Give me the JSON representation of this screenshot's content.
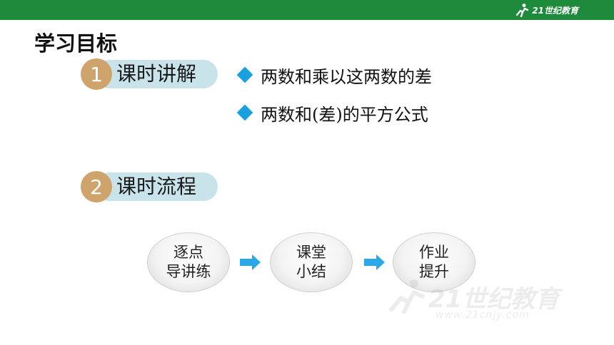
{
  "header": {
    "logo_text": "21世纪教育",
    "watermark_main": "21世纪教育",
    "watermark_sub": "www.21cnjy.com"
  },
  "page_title": "学习目标",
  "sections": [
    {
      "number": "1",
      "label": "课时讲解"
    },
    {
      "number": "2",
      "label": "课时流程"
    }
  ],
  "bullets": [
    {
      "text": "两数和乘以这两数的差"
    },
    {
      "text": "两数和(差)的平方公式"
    }
  ],
  "flow_steps": [
    {
      "line1": "逐点",
      "line2": "导讲练"
    },
    {
      "line1": "课堂",
      "line2": "小结"
    },
    {
      "line1": "作业",
      "line2": "提升"
    }
  ],
  "colors": {
    "top_bar": "#1e8a3c",
    "section_badge": "#cfa46c",
    "section_pill": "#c9e3ea",
    "bullet_diamond": "#1aa0e0",
    "flow_arrow": "#2aa8e8"
  }
}
